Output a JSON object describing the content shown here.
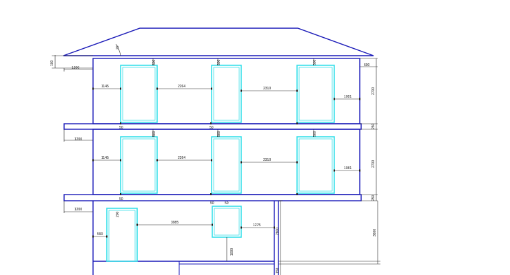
{
  "colors": {
    "outline": "#1a1ab8",
    "window": "#39e0ea",
    "dimension": "#222222",
    "background": "#ffffff"
  },
  "dimensions": {
    "roof_angle": "20",
    "roof_eave_drop": "100",
    "left_offset": "1200",
    "floor2_wall_to_window": "1145",
    "floor2_window_gap_a": "2264",
    "floor2_window_gap_b": "2310",
    "floor2_window_to_right": "1081",
    "floor2_right_top": "600",
    "floor2_height": "2700",
    "floor2_slab": "250",
    "floor2_window_tag_1": "500",
    "floor2_window_tag_2": "500",
    "floor2_window_tag_3": "500",
    "floor1_left_offset": "1200",
    "floor1_wall_to_window": "1145",
    "floor1_window_gap_a": "2264",
    "floor1_window_gap_b": "2310",
    "floor1_window_to_right": "1081",
    "floor1_height": "2700",
    "floor1_slab": "250",
    "floor1_bottom_tag_left": "50",
    "floor1_window_tag_1": "500",
    "floor1_window_tag_2": "500",
    "floor1_window_tag_3": "500",
    "floor2_bottom_tag_left": "50",
    "floor2_bottom_tag_mid": "50",
    "ground_left_offset": "1200",
    "ground_door_width": "590",
    "ground_door_tag": "200",
    "ground_gap": "3985",
    "ground_window_tag": "50",
    "ground_window_to_right": "1275",
    "ground_window_sill": "1000",
    "ground_annex_height": "2800",
    "ground_height": "3600",
    "ground_bottom": "150",
    "ground_mid_tag": "50"
  }
}
